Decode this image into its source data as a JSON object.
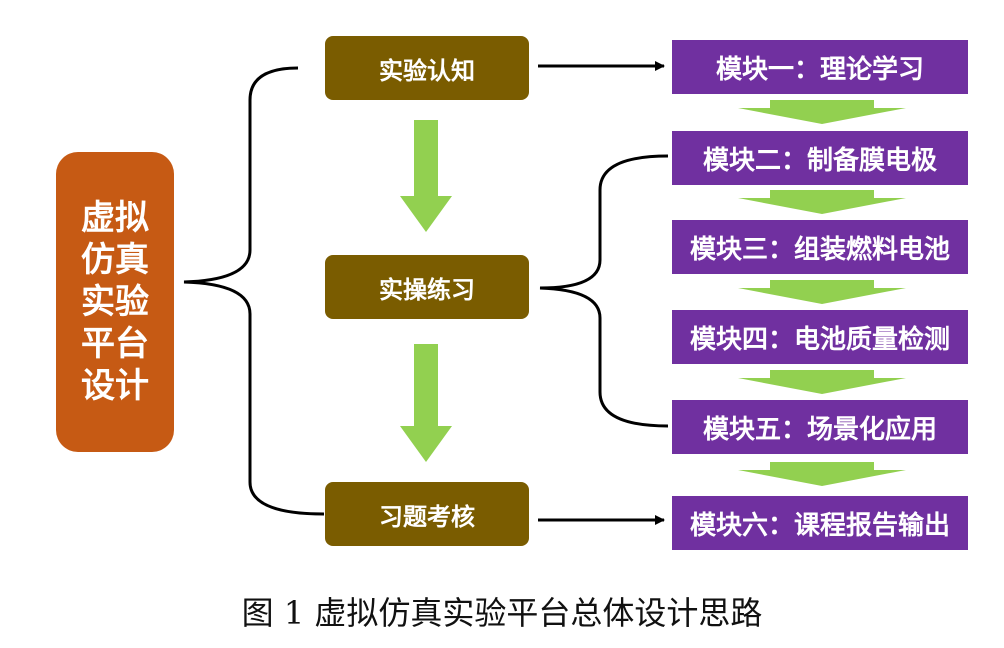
{
  "root": {
    "label": "虚拟仿真实验平台设计"
  },
  "stages": [
    {
      "label": "实验认知"
    },
    {
      "label": "实操练习"
    },
    {
      "label": "习题考核"
    }
  ],
  "modules": [
    {
      "label": "模块一：理论学习"
    },
    {
      "label": "模块二：制备膜电极"
    },
    {
      "label": "模块三：组装燃料电池"
    },
    {
      "label": "模块四：电池质量检测"
    },
    {
      "label": "模块五：场景化应用"
    },
    {
      "label": "模块六：课程报告输出"
    }
  ],
  "caption": "图 1  虚拟仿真实验平台总体设计思路",
  "colors": {
    "root_fill": "#c65a14",
    "stage_fill": "#7a5c00",
    "module_fill": "#7030a0",
    "arrow_green": "#92d050",
    "connector": "#000000"
  }
}
